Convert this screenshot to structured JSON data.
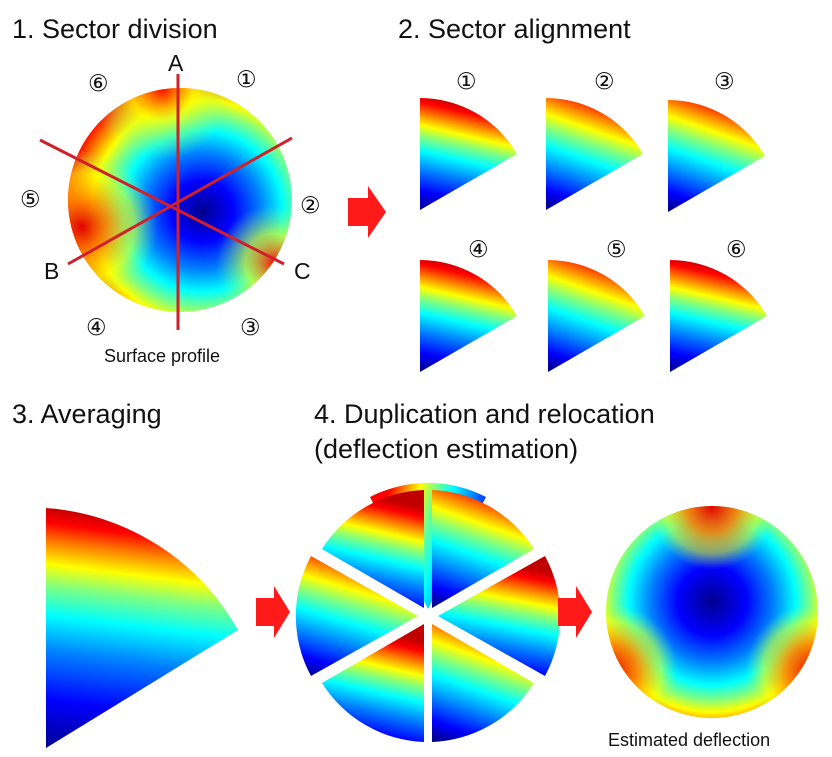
{
  "titles": {
    "step1": "1. Sector division",
    "step2": "2. Sector alignment",
    "step3": "3. Averaging",
    "step4_line1": "4. Duplication and relocation",
    "step4_line2": "(deflection estimation)"
  },
  "division": {
    "sector_labels": [
      "①",
      "②",
      "③",
      "④",
      "⑤",
      "⑥"
    ],
    "axis_labels": {
      "a": "A",
      "b": "B",
      "c": "C"
    },
    "caption": "Surface profile"
  },
  "alignment": {
    "labels": [
      "①",
      "②",
      "③",
      "④",
      "⑤",
      "⑥"
    ]
  },
  "result": {
    "caption": "Estimated deflection"
  },
  "colors": {
    "arrow": "#ff1a1a",
    "division_lines": "#d0202a",
    "colormap": [
      "#00008f",
      "#0000ff",
      "#0080ff",
      "#00ffff",
      "#80ff80",
      "#ffff00",
      "#ff8000",
      "#ff0000",
      "#c00000"
    ]
  }
}
